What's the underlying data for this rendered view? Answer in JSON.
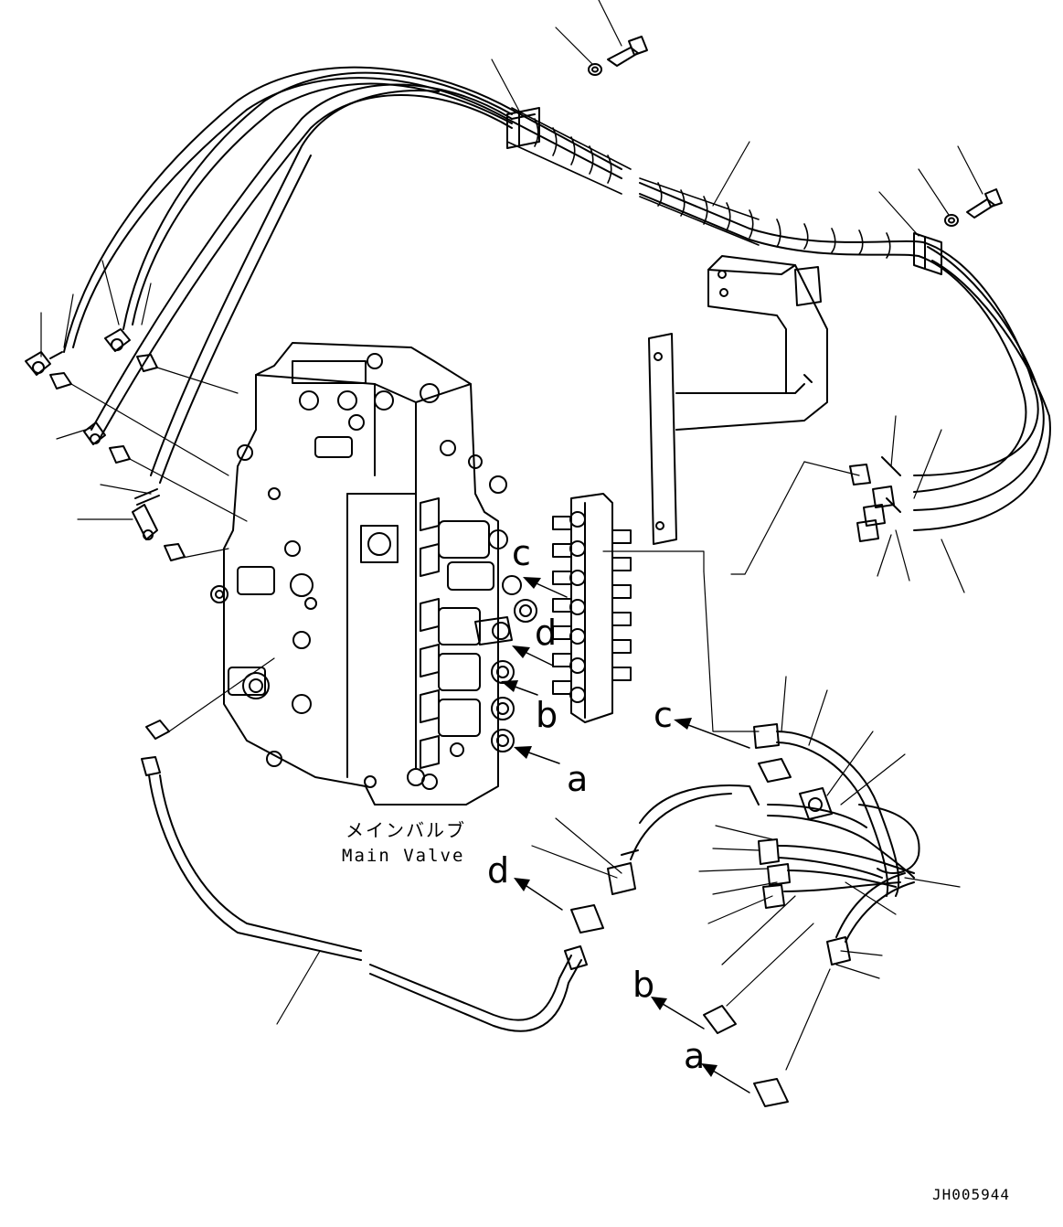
{
  "caption": {
    "japanese": "メインバルブ",
    "english": "Main Valve"
  },
  "port_markers": {
    "a": "a",
    "b": "b",
    "c": "c",
    "d": "d"
  },
  "drawing_code": "JH005944"
}
